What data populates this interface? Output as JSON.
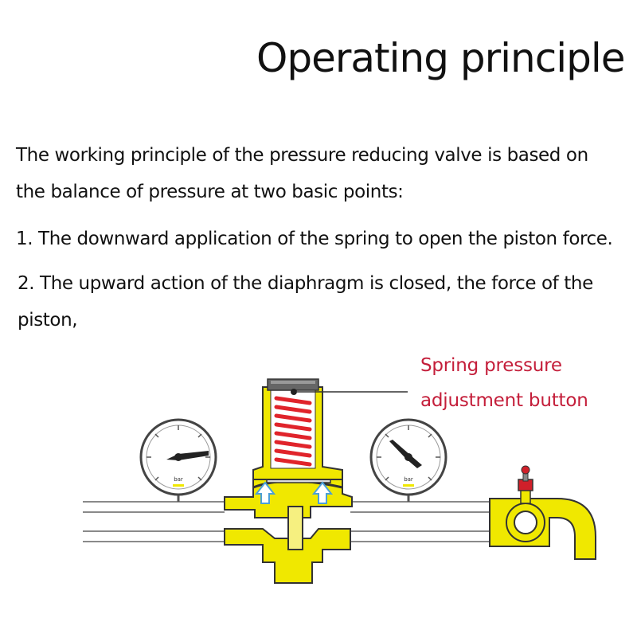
{
  "title": "Operating principle",
  "paragraphs": {
    "intro_line1": "The working principle of the pressure reducing valve is based on",
    "intro_line2": "the balance of pressure at two basic points:",
    "point1": "1. The downward application of the spring to open the piston force.",
    "point2_line1": "2. The upward action of the diaphragm is closed, the force of the",
    "point2_line2": "piston,"
  },
  "callout": {
    "line1": "Spring pressure",
    "line2": "adjustment button"
  },
  "gauges": {
    "unit": "bar"
  },
  "colors": {
    "brass": "#f0e800",
    "spring": "#e0242b",
    "callout_text": "#c41e3a",
    "arrow": "#4a9fd8",
    "pipe": "#888888"
  }
}
